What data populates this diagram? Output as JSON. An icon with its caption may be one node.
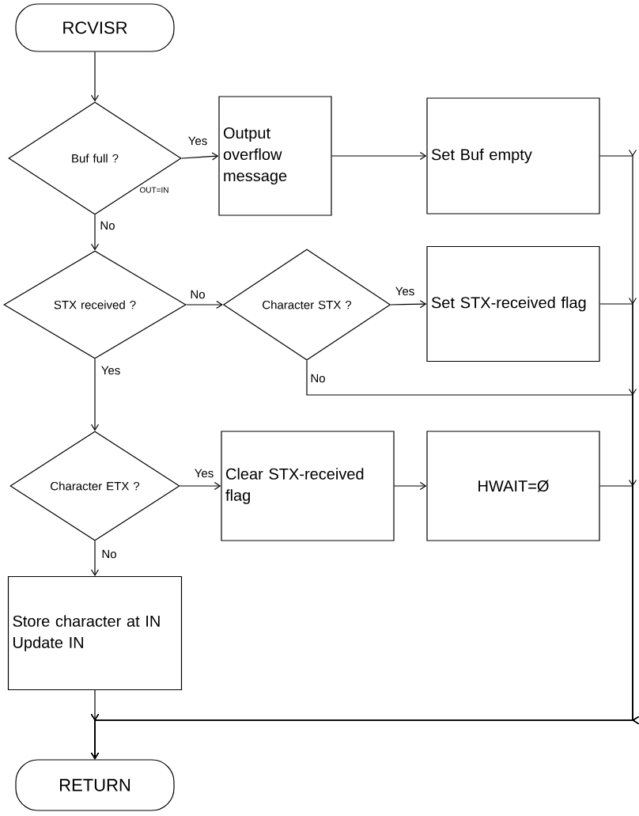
{
  "diagram": {
    "nodes": [
      {
        "text": [
          "RCVISR"
        ]
      },
      {
        "text": [
          "Buf full ?"
        ]
      },
      {
        "text": [
          "Output overflow message"
        ]
      },
      {
        "text": [
          "Set Buf empty"
        ]
      },
      {
        "text": [
          "STX received ?"
        ]
      },
      {
        "text": [
          "Character STX ?"
        ]
      },
      {
        "text": [
          "Set STX-received flag"
        ]
      },
      {
        "text": [
          "Character ETX ?"
        ]
      },
      {
        "text": [
          "Clear STX-received flag"
        ]
      },
      {
        "text": [
          "HWAIT=Ø"
        ]
      },
      {
        "text": [
          "Store character at IN",
          "Update IN"
        ]
      },
      {
        "text": [
          "RETURN"
        ]
      }
    ],
    "edges": [
      {
        "from": 0,
        "to": 1,
        "arrow": "to"
      },
      {
        "from": 1,
        "to": 2,
        "arrow": "to",
        "label": "Yes"
      },
      {
        "from": 1,
        "to": 4,
        "arrow": "to",
        "label": "No"
      },
      {
        "from": 2,
        "to": 3,
        "arrow": "to"
      },
      {
        "from": 3,
        "to": 11,
        "arrow": "to"
      },
      {
        "from": 4,
        "to": 5,
        "arrow": "to",
        "label": "No"
      },
      {
        "from": 4,
        "to": 7,
        "arrow": "to",
        "label": "Yes"
      },
      {
        "from": 5,
        "to": 6,
        "arrow": "to",
        "label": "Yes"
      },
      {
        "from": 5,
        "to": 11,
        "arrow": "to",
        "label": "No"
      },
      {
        "from": 6,
        "to": 11,
        "arrow": "to"
      },
      {
        "from": 7,
        "to": 8,
        "arrow": "to",
        "label": "Yes"
      },
      {
        "from": 7,
        "to": 10,
        "arrow": "to",
        "label": "No"
      },
      {
        "from": 8,
        "to": 9,
        "arrow": "to"
      },
      {
        "from": 9,
        "to": 11,
        "arrow": "to"
      },
      {
        "from": 10,
        "to": 11,
        "arrow": "to"
      }
    ],
    "labels": [
      "OUT=IN"
    ]
  }
}
